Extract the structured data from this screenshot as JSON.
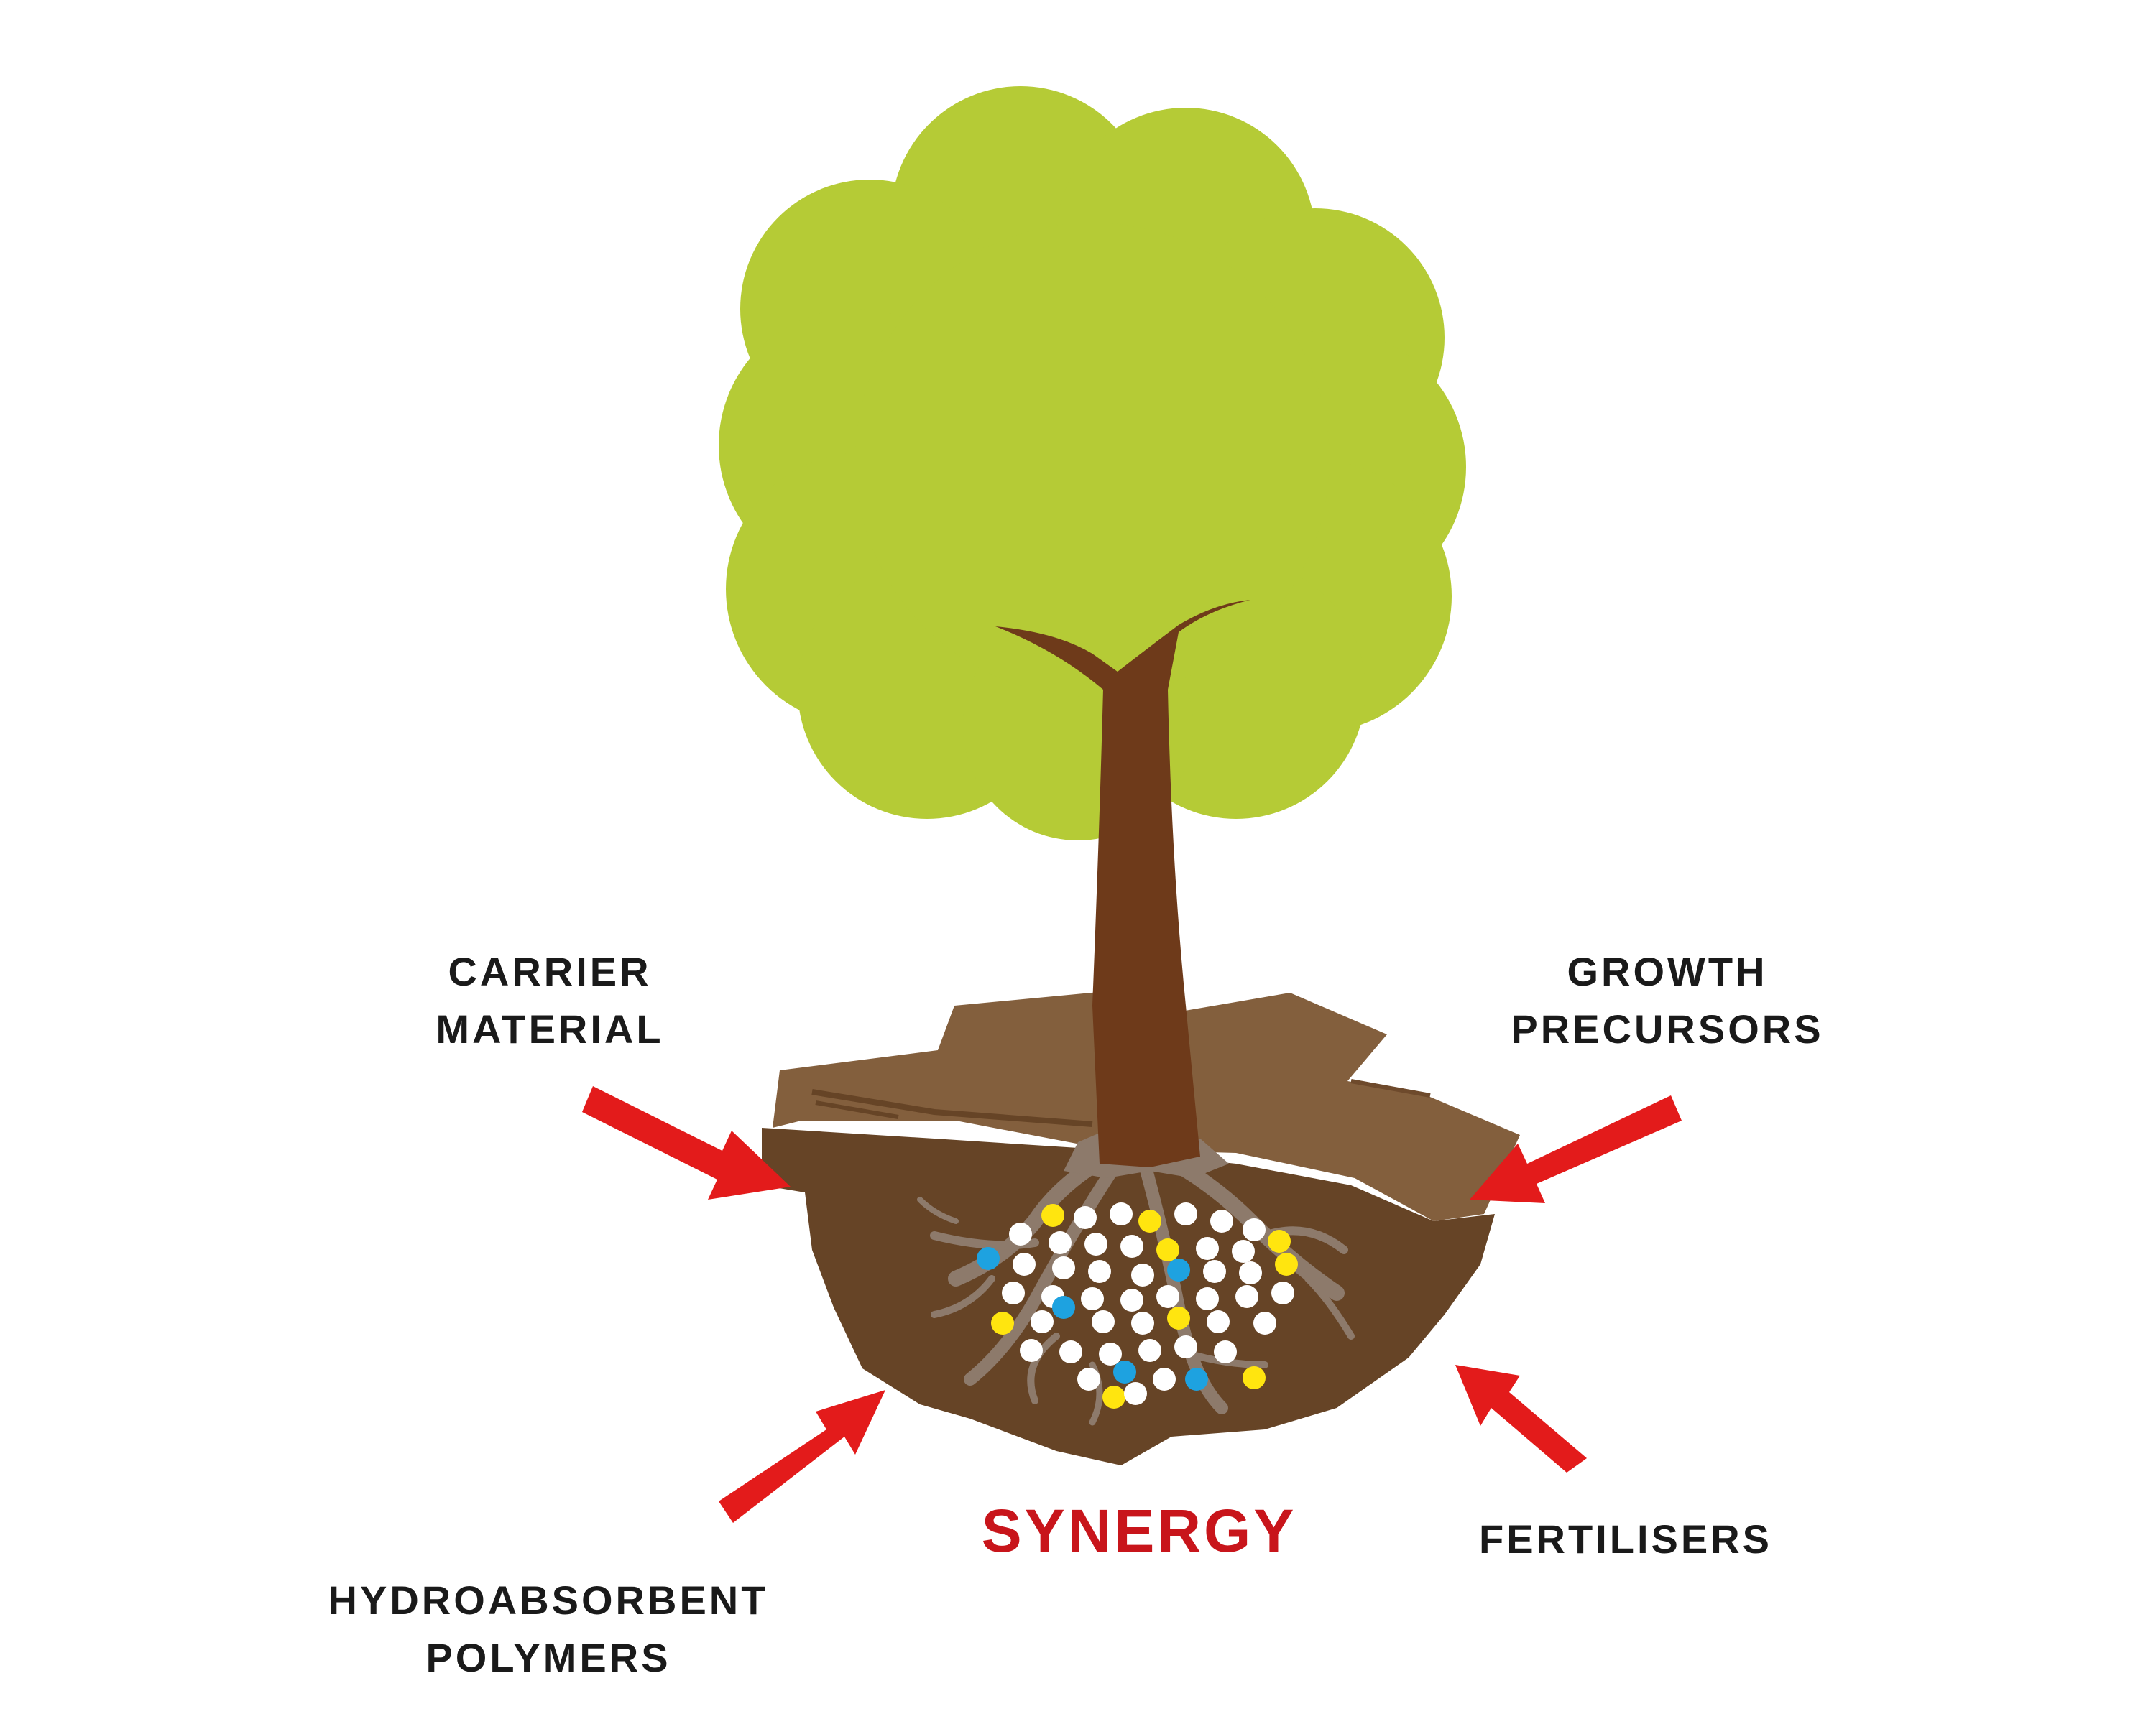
{
  "labels": {
    "carrier_line1": "CARRIER",
    "carrier_line2": "MATERIAL",
    "growth_line1": "GROWTH",
    "growth_line2": "PRECURSORS",
    "hydro_line1": "HYDROABSORBENT",
    "hydro_line2": "POLYMERS",
    "fertilisers": "FERTILISERS",
    "synergy": "SYNERGY"
  },
  "colors": {
    "foliage": "#b5cb36",
    "trunk": "#6e3a1a",
    "soil_top": "#835f3d",
    "soil_front": "#664426",
    "roots": "#8d7a6b",
    "arrow": "#e31b1b",
    "label_text": "#1a1a1a",
    "synergy_text": "#c8151b",
    "granule_white": "#ffffff",
    "granule_yellow": "#ffe50f",
    "granule_blue": "#1ea2e0"
  }
}
